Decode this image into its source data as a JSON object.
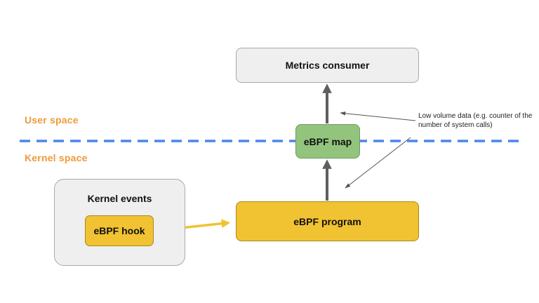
{
  "labels": {
    "user_space": "User space",
    "kernel_space": "Kernel space"
  },
  "nodes": {
    "metrics_consumer": "Metrics consumer",
    "ebpf_map": "eBPF map",
    "ebpf_program": "eBPF program",
    "kernel_events": "Kernel events",
    "ebpf_hook": "eBPF hook"
  },
  "annotation": {
    "text": "Low volume data (e.g. counter of the number of system calls)"
  },
  "colors": {
    "space_label": "#ef9a3a",
    "boundary_line": "#4a86e8",
    "arrow_gray": "#5f5f5f",
    "arrow_yellow": "#f1c232",
    "map_fill": "#93c47d",
    "program_fill": "#f1c232",
    "consumer_fill": "#efefef"
  }
}
